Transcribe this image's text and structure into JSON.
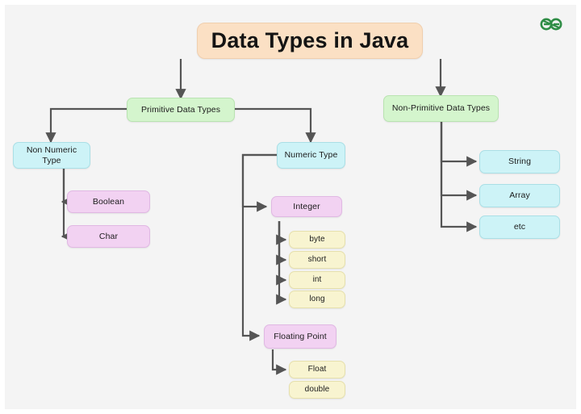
{
  "diagram": {
    "title": "Data Types in Java",
    "background_color": "#f4f4f4",
    "connector_color": "#555555",
    "logo": {
      "name": "geeksforgeeks-logo",
      "color": "#2f8d46"
    },
    "palette": {
      "title": "#fbe0c4",
      "green": "#d4f5cd",
      "cyan": "#cdf3f7",
      "pink": "#f2d2f2",
      "yellow": "#f8f4d0"
    },
    "nodes": {
      "root": "Data Types in Java",
      "primitive": "Primitive Data Types",
      "non_primitive": "Non-Primitive Data Types",
      "non_numeric": "Non Numeric Type",
      "numeric": "Numeric Type",
      "boolean": "Boolean",
      "char": "Char",
      "integer": "Integer",
      "byte": "byte",
      "short": "short",
      "int": "int",
      "long": "long",
      "floating_point": "Floating Point",
      "float": "Float",
      "double": "double",
      "string": "String",
      "array": "Array",
      "etc": "etc"
    }
  }
}
